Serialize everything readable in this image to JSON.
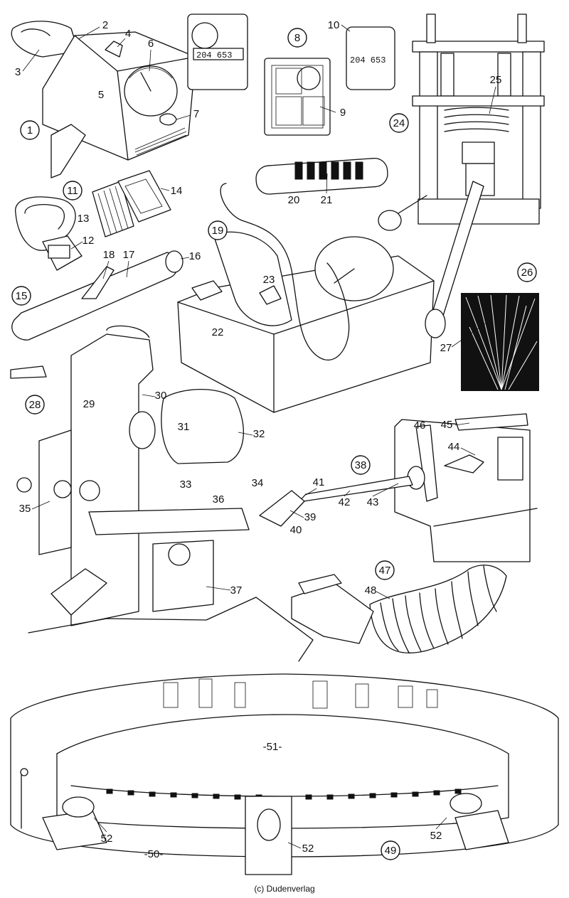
{
  "plate": {
    "credit": "(c) Dudenverlag",
    "dosimeter_readout": "204 653",
    "film_badge_readout": "204 653",
    "circled_labels": [
      "1",
      "8",
      "11",
      "15",
      "19",
      "24",
      "26",
      "28",
      "38",
      "47",
      "49"
    ],
    "labels": [
      "2",
      "3",
      "4",
      "5",
      "6",
      "7",
      "9",
      "10",
      "12",
      "13",
      "14",
      "16",
      "17",
      "18",
      "20",
      "21",
      "22",
      "23",
      "25",
      "27",
      "29",
      "30",
      "31",
      "32",
      "33",
      "34",
      "35",
      "36",
      "37",
      "39",
      "40",
      "41",
      "42",
      "43",
      "44",
      "45",
      "46",
      "48",
      "-51-",
      "52",
      "52",
      "52",
      "-50-"
    ]
  }
}
